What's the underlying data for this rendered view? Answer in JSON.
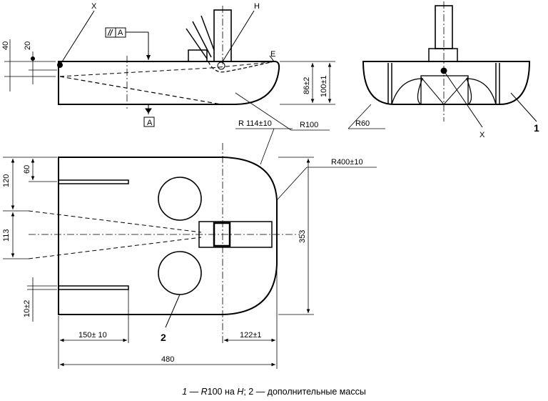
{
  "labels": {
    "x_top": "X",
    "h_top": "H",
    "e_top": "E",
    "datum_a_ref": "A",
    "datum_a": "A",
    "dim_40": "40",
    "dim_20": "20",
    "dim_86": "86±2",
    "dim_100": "100±1",
    "r100": "R100",
    "r114": "R 114±10",
    "r60": "R60",
    "x_side": "X",
    "one": "1",
    "r400": "R400±10",
    "dim_120": "120",
    "dim_60": "60",
    "dim_113": "113",
    "dim_353": "353",
    "dim_10": "10±2",
    "dim_150": "150± 10",
    "dim_122": "122±1",
    "dim_480": "480",
    "two": "2"
  },
  "caption": {
    "n1": "1",
    "part1": " — ",
    "r100": "R",
    "r100_num": "100 на ",
    "h": "H",
    "part2": "; 2 — дополнительные массы"
  }
}
